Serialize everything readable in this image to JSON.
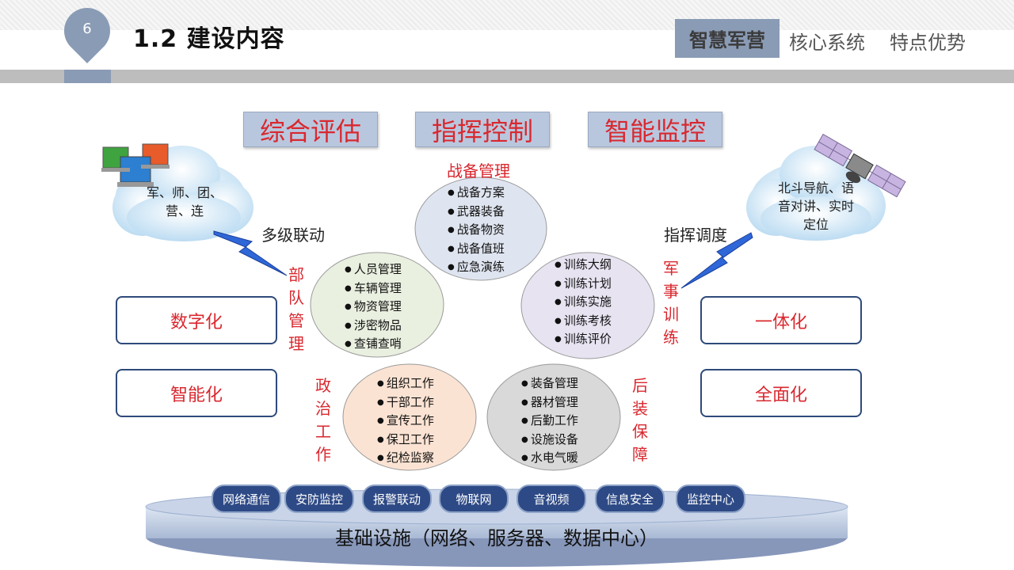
{
  "header": {
    "page_number": "6",
    "title": "1.2 建设内容",
    "nav": [
      "智慧军营",
      "核心系统",
      "特点优势"
    ]
  },
  "top_boxes": [
    "综合评估",
    "指挥控制",
    "智能监控"
  ],
  "left_cloud": {
    "text_line1": "军、师、团、",
    "text_line2": "营、连"
  },
  "right_cloud": {
    "text_line1": "北斗导航、语",
    "text_line2": "音对讲、实时",
    "text_line3": "定位"
  },
  "links": {
    "left": "多级联动",
    "right": "指挥调度"
  },
  "side_boxes": {
    "left": [
      "数字化",
      "智能化"
    ],
    "right": [
      "一体化",
      "全面化"
    ]
  },
  "modules": {
    "top": {
      "title": "战备管理",
      "items": [
        "战备方案",
        "武器装备",
        "战备物资",
        "战备值班",
        "应急演练"
      ]
    },
    "left": {
      "title": "部队管理",
      "items": [
        "人员管理",
        "车辆管理",
        "物资管理",
        "涉密物品",
        "查铺查哨"
      ]
    },
    "right": {
      "title": "军事训练",
      "items": [
        "训练大纲",
        "训练计划",
        "训练实施",
        "训练考核",
        "训练评价"
      ]
    },
    "bottom_left": {
      "title": "政治工作",
      "items": [
        "组织工作",
        "干部工作",
        "宣传工作",
        "保卫工作",
        "纪检监察"
      ]
    },
    "bottom_right": {
      "title": "后装保障",
      "items": [
        "装备管理",
        "器材管理",
        "后勤工作",
        "设施设备",
        "水电气暖"
      ]
    }
  },
  "colors": {
    "accent": "#8a9bb5",
    "red": "#d9282f",
    "navy": "#2e4a86"
  },
  "infrastructure": {
    "pills": [
      "网络通信",
      "安防监控",
      "报警联动",
      "物联网",
      "音视频",
      "信息安全",
      "监控中心"
    ],
    "label": "基础设施（网络、服务器、数据中心）"
  }
}
